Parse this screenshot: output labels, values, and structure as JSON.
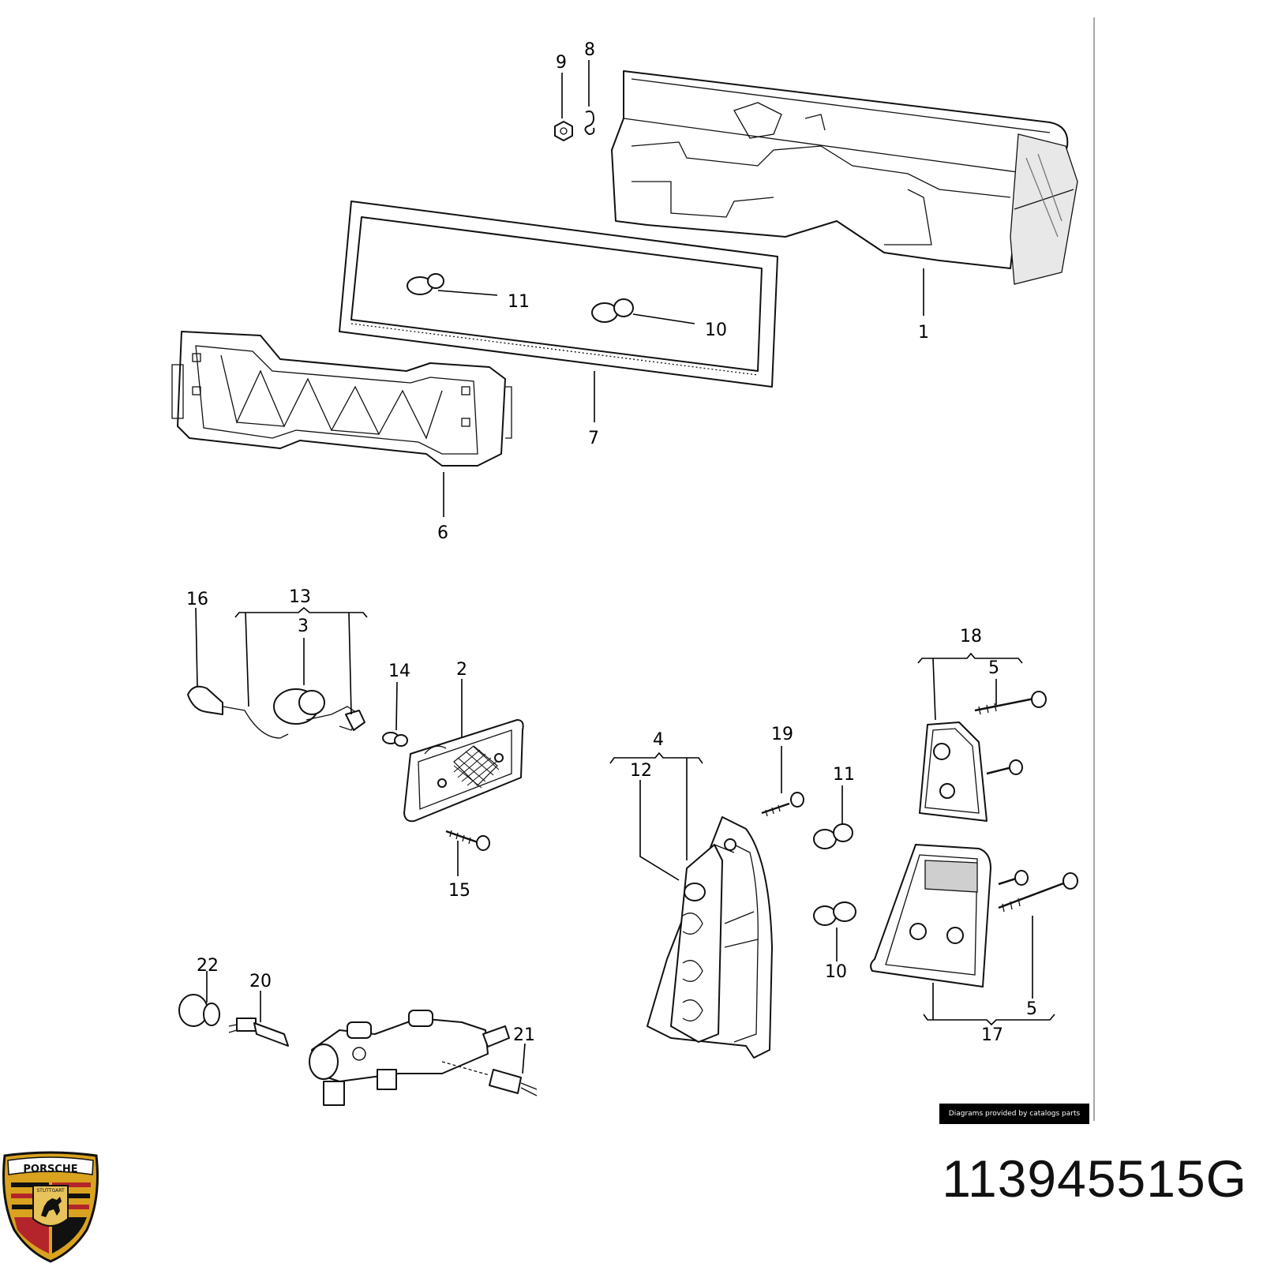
{
  "part_number": "113945515G",
  "credit": "Diagrams provided by catalogs parts",
  "logo": {
    "wordmark": "PORSCHE",
    "city": "STUTTGART",
    "colors": {
      "gold": "#d9a21f",
      "red": "#b3252a",
      "black": "#111111"
    }
  },
  "callouts": [
    "1",
    "2",
    "3",
    "4",
    "5",
    "5",
    "6",
    "7",
    "8",
    "9",
    "10",
    "10",
    "11",
    "11",
    "12",
    "13",
    "14",
    "15",
    "16",
    "17",
    "18",
    "19",
    "20",
    "21",
    "22"
  ]
}
